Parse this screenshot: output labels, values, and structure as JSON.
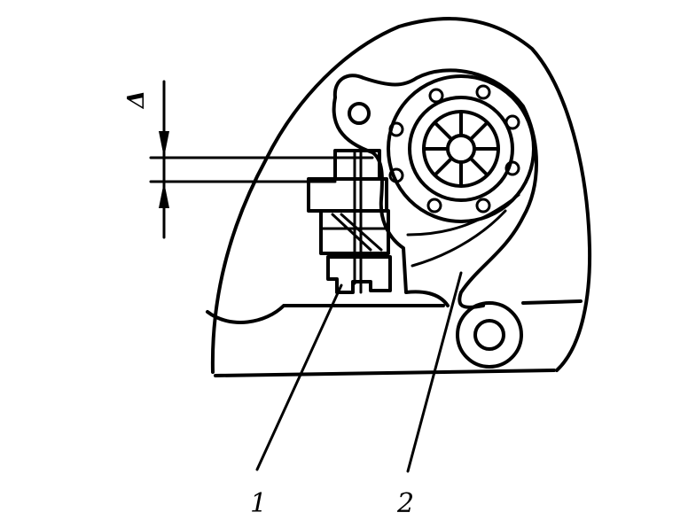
{
  "labels": {
    "part_1": "1",
    "part_2": "2",
    "gap": "Δ"
  }
}
